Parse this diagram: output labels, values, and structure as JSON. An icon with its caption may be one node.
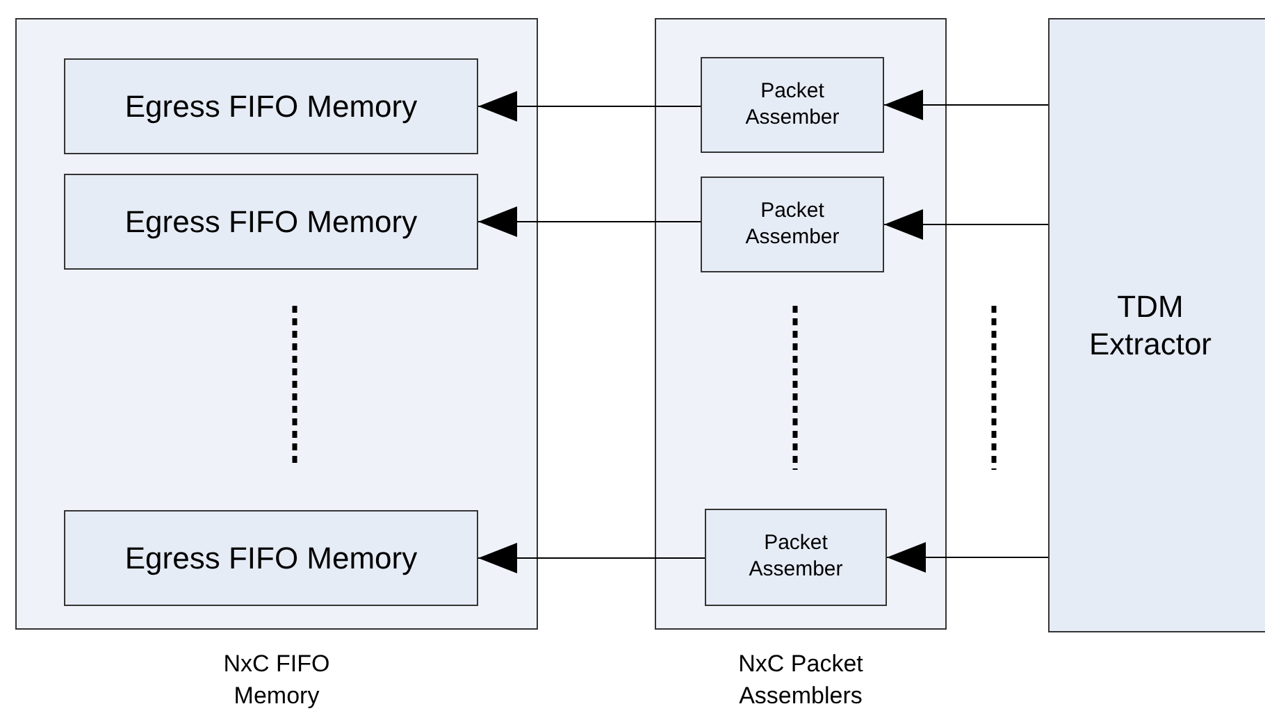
{
  "diagram": {
    "nodes": [
      {
        "text": [
          "NxC FIFO Memory"
        ]
      },
      {
        "text": [
          "Egress FIFO Memory"
        ],
        "in": 0
      },
      {
        "text": [
          "Egress FIFO Memory"
        ],
        "in": 0
      },
      {
        "text": [
          "Egress FIFO Memory"
        ],
        "in": 0
      },
      {
        "text": [
          "NxC Packet Assemblers"
        ]
      },
      {
        "text": [
          "Packet Assember"
        ],
        "in": 4
      },
      {
        "text": [
          "Packet Assember"
        ],
        "in": 4
      },
      {
        "text": [
          "Packet Assember"
        ],
        "in": 4
      },
      {
        "text": [
          "TDM Extractor"
        ]
      }
    ],
    "edges": [
      {
        "from": 8,
        "to": 5,
        "arrow": "to"
      },
      {
        "from": 8,
        "to": 6,
        "arrow": "to"
      },
      {
        "from": 8,
        "to": 7,
        "arrow": "to"
      },
      {
        "from": 5,
        "to": 1,
        "arrow": "to"
      },
      {
        "from": 6,
        "to": 2,
        "arrow": "to"
      },
      {
        "from": 7,
        "to": 3,
        "arrow": "to"
      }
    ]
  }
}
